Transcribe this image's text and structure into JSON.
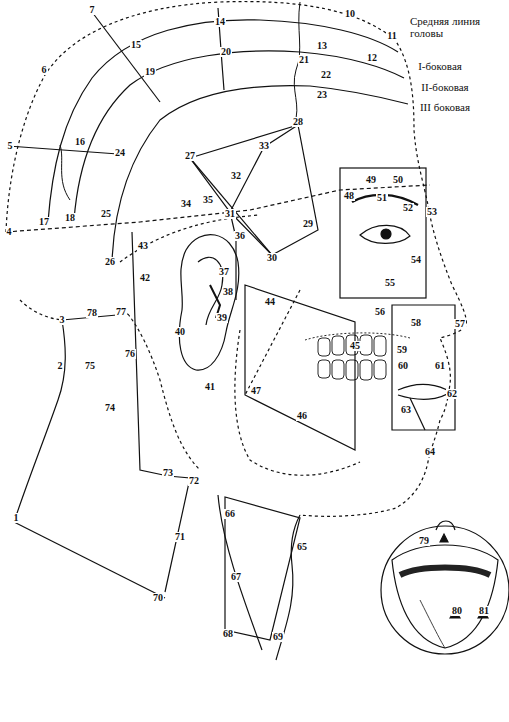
{
  "diagram": {
    "labels": [
      "Средняя линия головы",
      "I-боковая",
      "II-боковая",
      "III боковая",
      "1",
      "2",
      "3",
      "4",
      "5",
      "6",
      "7",
      "10",
      "11",
      "12",
      "13",
      "14",
      "15",
      "16",
      "17",
      "18",
      "19",
      "20",
      "21",
      "22",
      "23",
      "24",
      "25",
      "26",
      "27",
      "28",
      "29",
      "30",
      "31",
      "32",
      "33",
      "34",
      "35",
      "36",
      "37",
      "38",
      "39",
      "40",
      "41",
      "42",
      "43",
      "44",
      "45",
      "46",
      "47",
      "48",
      "49",
      "50",
      "51",
      "52",
      "53",
      "54",
      "55",
      "56",
      "57",
      "58",
      "59",
      "60",
      "61",
      "62",
      "63",
      "64",
      "65",
      "66",
      "67",
      "68",
      "69",
      "70",
      "71",
      "72",
      "73",
      "74",
      "75",
      "76",
      "77",
      "78",
      "79",
      "80",
      "81"
    ]
  }
}
